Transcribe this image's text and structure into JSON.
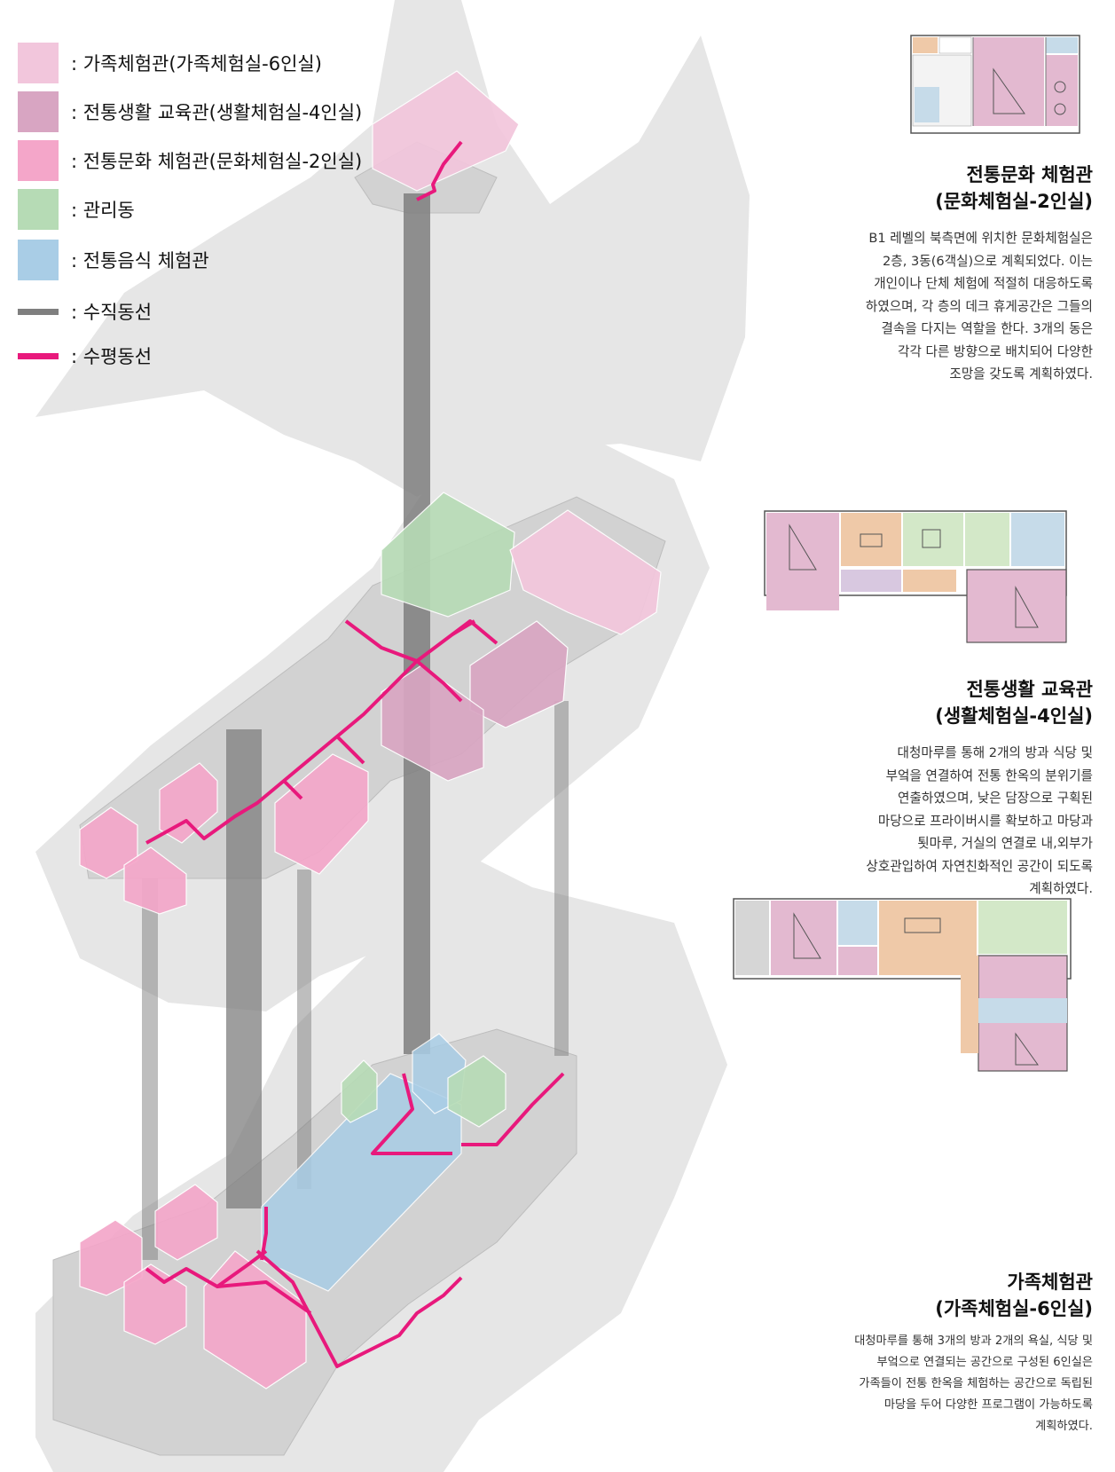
{
  "legend": [
    {
      "label": ": 가족체험관(가족체험실-6인실)",
      "color": "#f2c6dc",
      "kind": "box"
    },
    {
      "label": ": 전통생활 교육관(생활체험실-4인실)",
      "color": "#d8a5c2",
      "kind": "box"
    },
    {
      "label": ": 전통문화 체험관(문화체험실-2인실)",
      "color": "#f4a6c9",
      "kind": "box"
    },
    {
      "label": ": 관리동",
      "color": "#b6dbb5",
      "kind": "box"
    },
    {
      "label": ": 전통음식 체험관",
      "color": "#a9cde6",
      "kind": "box"
    },
    {
      "label": ": 수직동선",
      "color": "#7f7f7f",
      "kind": "line"
    },
    {
      "label": ": 수평동선",
      "color": "#e8197c",
      "kind": "line"
    }
  ],
  "sections": {
    "culture": {
      "title_line1": "전통문화 체험관",
      "title_line2": "(문화체험실-2인실)",
      "body": [
        "B1 레벨의 북측면에 위치한 문화체험실은",
        "2층, 3동(6객실)으로 계획되었다. 이는",
        "개인이나 단체 체험에 적절히 대응하도록",
        "하였으며, 각 층의 데크 휴게공간은 그들의",
        "결속을 다지는 역할을 한다. 3개의 동은",
        "각각 다른 방향으로 배치되어 다양한",
        "조망을 갖도록 계획하였다."
      ]
    },
    "education": {
      "title_line1": "전통생활 교육관",
      "title_line2": "(생활체험실-4인실)",
      "body": [
        "대청마루를 통해 2개의 방과 식당 및",
        "부엌을 연결하여 전통 한옥의 분위기를",
        "연출하였으며, 낮은 담장으로 구획된",
        "마당으로 프라이버시를 확보하고 마당과",
        "툇마루, 거실의 연결로 내,외부가",
        "상호관입하여 자연친화적인 공간이 되도록",
        "계획하였다."
      ]
    },
    "family": {
      "title_line1": "가족체험관",
      "title_line2": "(가족체험실-6인실)",
      "body": [
        "대청마루를 통해 3개의 방과 2개의 욕실, 식당 및",
        "부엌으로 연결되는 공간으로 구성된 6인실은",
        "가족들이 전통 한옥을 체험하는 공간으로 독립된",
        "마당을 두어 다양한 프로그램이 가능하도록",
        "계획하였다."
      ]
    }
  },
  "colors": {
    "terrain": "#e4e4e4",
    "family": "#f2c6dc",
    "education": "#d8a5c2",
    "culture": "#f4a6c9",
    "management": "#b6dbb5",
    "food": "#a9cde6",
    "vertical": "#7f7f7f",
    "horizontal": "#e8197c",
    "orange": "#efc9a8",
    "plan_green": "#d3e8c8",
    "plan_blue": "#c6dbe9"
  }
}
